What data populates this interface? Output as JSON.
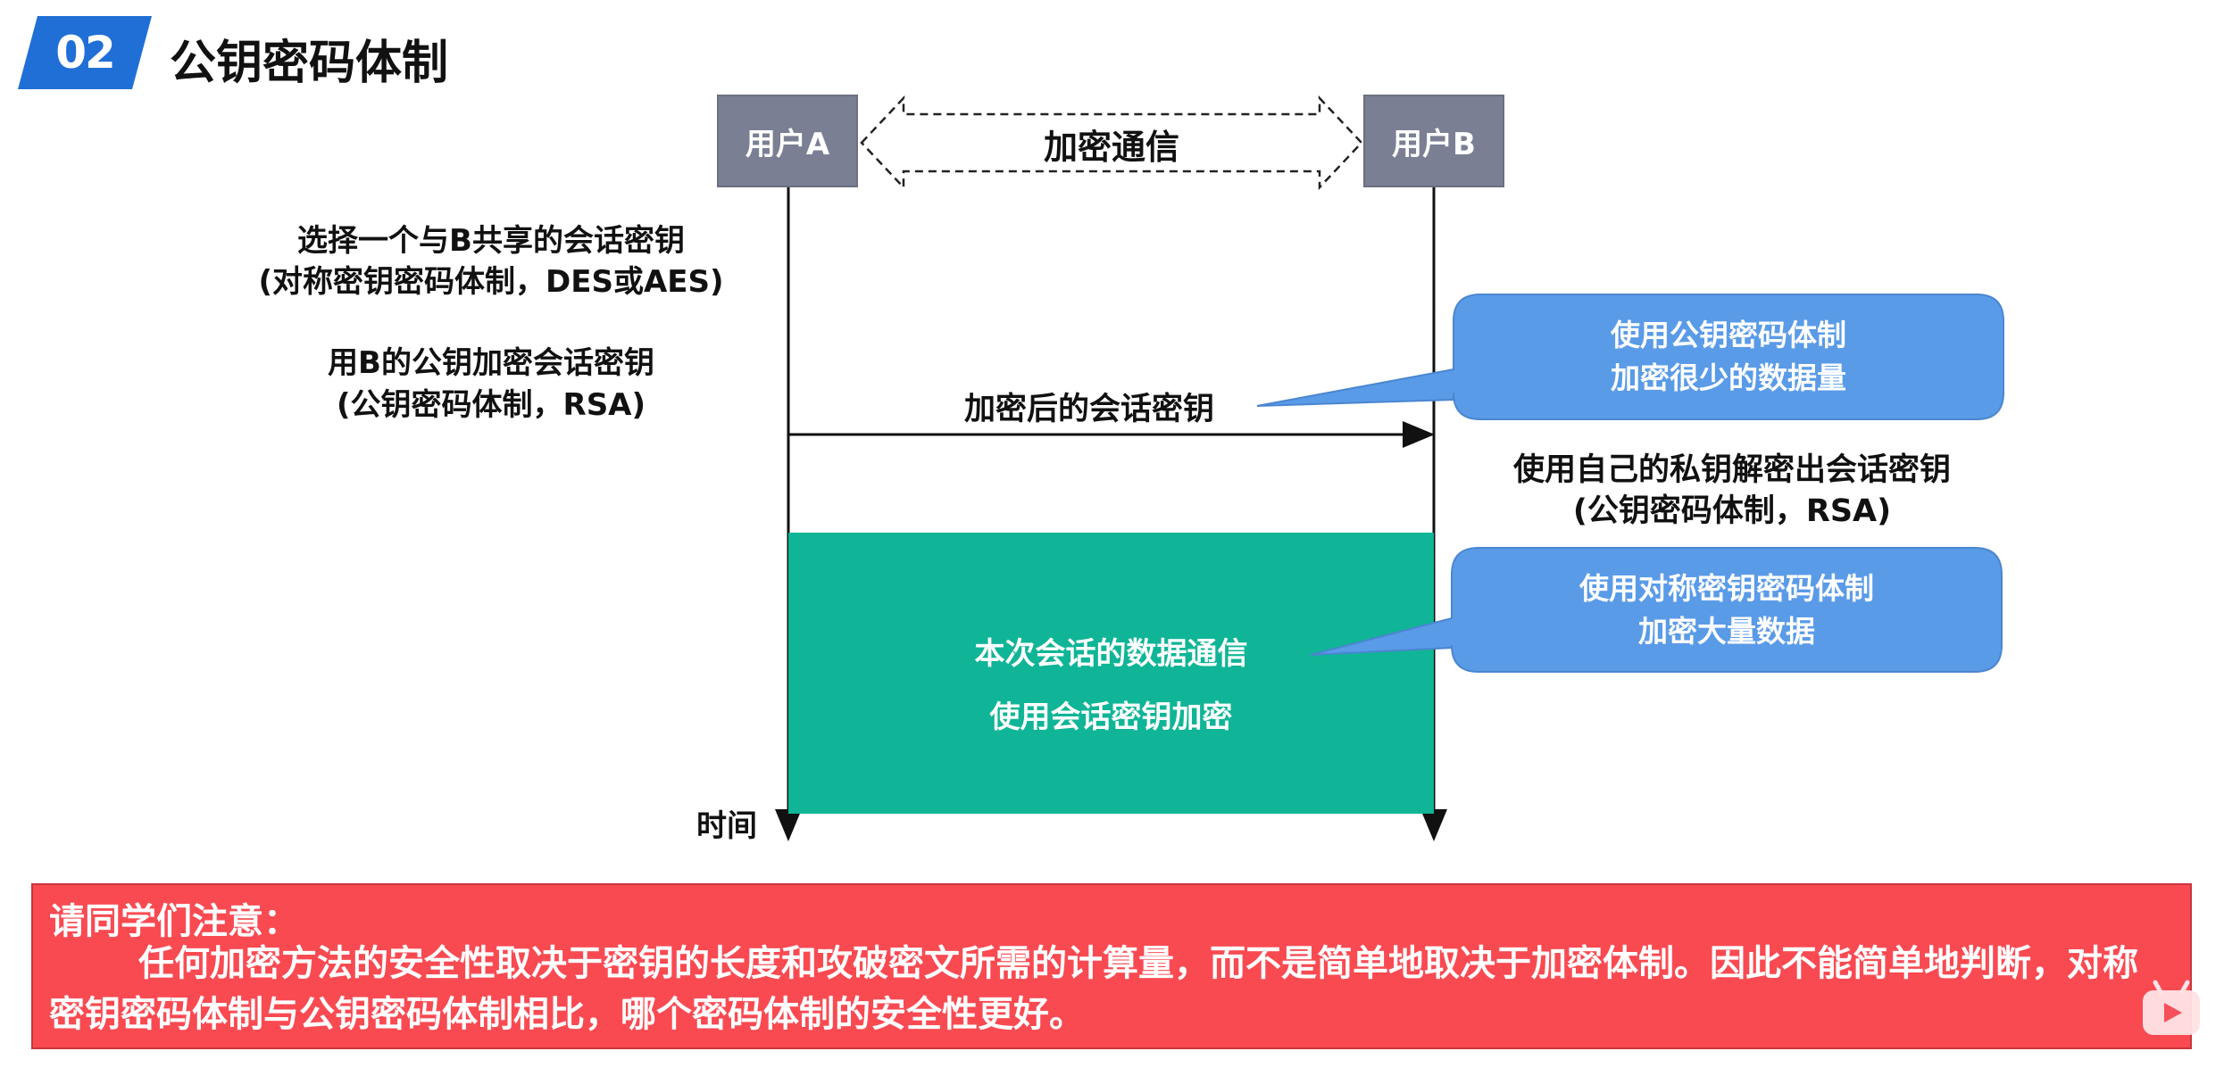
{
  "header": {
    "section_number": "02",
    "title": "公钥密码体制"
  },
  "diagram": {
    "user_a": "用户A",
    "user_b": "用户B",
    "encrypted_channel_label": "加密通信",
    "step_a1_line1": "选择一个与B共享的会话密钥",
    "step_a1_line2": "(对称密钥密码体制，DES或AES)",
    "step_a2_line1": "用B的公钥加密会话密钥",
    "step_a2_line2": "(公钥密码体制，RSA)",
    "arrow_label": "加密后的会话密钥",
    "step_b1_line1": "使用自己的私钥解密出会话密钥",
    "step_b1_line2": "(公钥密码体制，RSA)",
    "callout_public_line1": "使用公钥密码体制",
    "callout_public_line2": "加密很少的数据量",
    "session_line1": "本次会话的数据通信",
    "session_line2": "使用会话密钥加密",
    "callout_symmetric_line1": "使用对称密钥密码体制",
    "callout_symmetric_line2": "加密大量数据",
    "time_axis_label": "时间"
  },
  "note": {
    "title": "请同学们注意：",
    "body": "任何加密方法的安全性取决于密钥的长度和攻破密文所需的计算量，而不是简单地取决于加密体制。因此不能简单地判断，对称密钥密码体制与公钥密码体制相比，哪个密码体制的安全性更好。"
  },
  "colors": {
    "badge_blue": "#1f6fd6",
    "user_box": "#7b7f93",
    "session_green": "#0fb596",
    "callout_blue": "#5a9be8",
    "note_red": "#f94a52"
  },
  "overlay": {
    "icon": "video-player-tv-icon"
  }
}
